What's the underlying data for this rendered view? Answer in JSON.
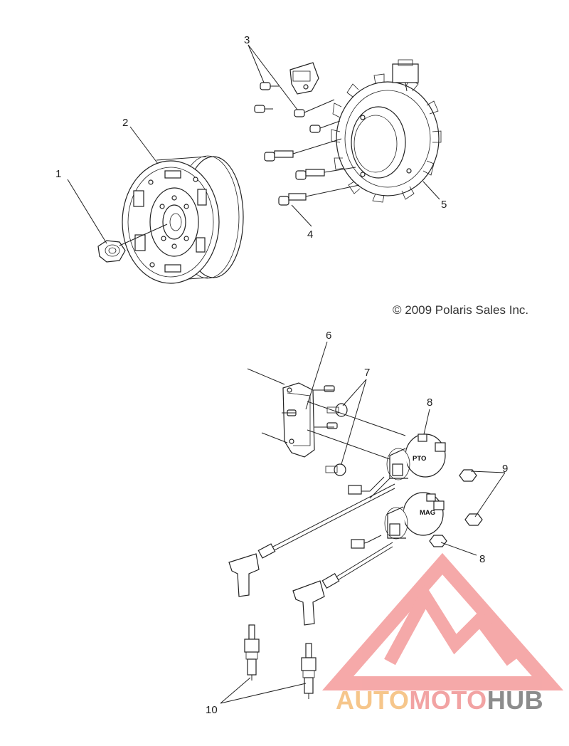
{
  "copyright": "© 2009 Polaris Sales Inc.",
  "callouts": [
    "1",
    "2",
    "3",
    "4",
    "5",
    "6",
    "7",
    "8",
    "8",
    "9",
    "10"
  ],
  "coil_labels": {
    "pto": "PTO",
    "mag": "MAG"
  },
  "watermark": {
    "part1": "AUTO",
    "part2": "MOTO",
    "part3": "HUB",
    "colors": {
      "auto": "#f6c68b",
      "moto": "#f2a3a3",
      "hub": "#8c8c8c",
      "logo": "#f5a0a0"
    }
  }
}
